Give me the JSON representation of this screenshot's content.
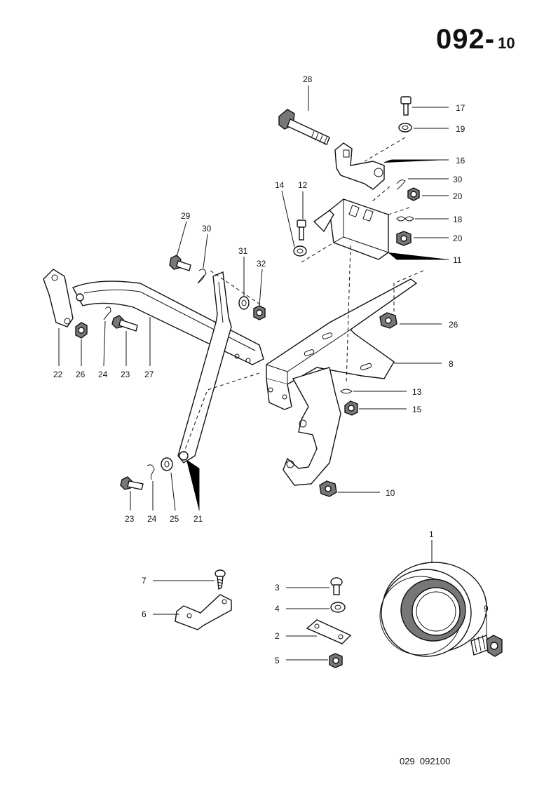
{
  "header": {
    "page_number": "092",
    "separator": "-",
    "sub_number": "10"
  },
  "footer": {
    "drawing_code": "029  092100"
  },
  "callouts": {
    "c1": "1",
    "c2": "2",
    "c3": "3",
    "c4": "4",
    "c5": "5",
    "c6": "6",
    "c7": "7",
    "c8": "8",
    "c9": "9",
    "c10": "10",
    "c11": "11",
    "c12": "12",
    "c13": "13",
    "c14": "14",
    "c15": "15",
    "c16": "16",
    "c17": "17",
    "c18": "18",
    "c19": "19",
    "c20a": "20",
    "c20b": "20",
    "c21": "21",
    "c22": "22",
    "c23a": "23",
    "c23b": "23",
    "c24a": "24",
    "c24b": "24",
    "c25": "25",
    "c26a": "26",
    "c26b": "26",
    "c27": "27",
    "c28": "28",
    "c29": "29",
    "c30a": "30",
    "c30b": "30",
    "c31": "31",
    "c32": "32"
  }
}
